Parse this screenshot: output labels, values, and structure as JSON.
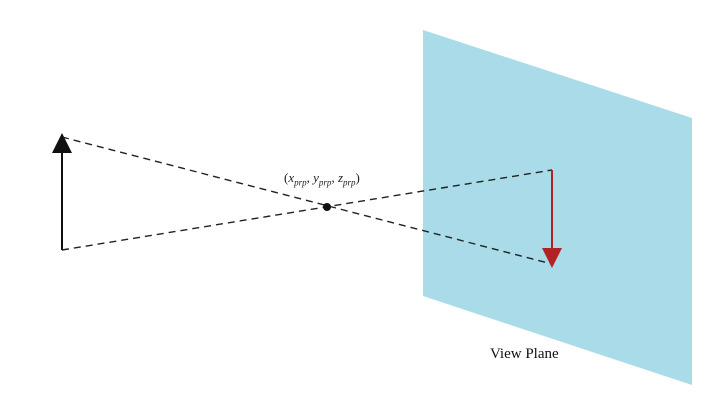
{
  "diagram": {
    "projection_reference_point": {
      "open_paren": "(",
      "x_var": "x",
      "x_sub": "prp",
      "y_var": "y",
      "y_sub": "prp",
      "z_var": "z",
      "z_sub": "prp",
      "sep": ", ",
      "close_paren": ")"
    },
    "view_plane_label": "View Plane",
    "colors": {
      "view_plane": "#a9dbe8",
      "object_arrow": "#111111",
      "projected_arrow": "#b22222",
      "projection_lines": "#222222"
    }
  }
}
